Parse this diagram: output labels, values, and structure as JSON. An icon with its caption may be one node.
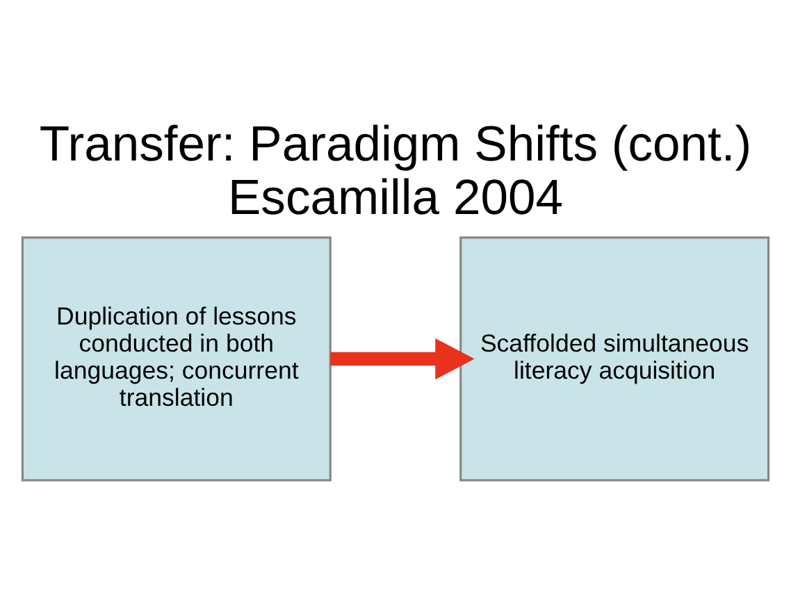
{
  "diagram": {
    "title": "Transfer: Paradigm Shifts (cont.) Escamilla 2004",
    "nodes": [
      {
        "text": [
          "Duplication of lessons conducted in both languages; concurrent translation"
        ]
      },
      {
        "text": [
          "Scaffolded simultaneous literacy acquisition"
        ]
      }
    ],
    "edges": [
      {
        "from": 0,
        "to": 1,
        "arrow": "to",
        "color": "#e8321e"
      }
    ]
  }
}
